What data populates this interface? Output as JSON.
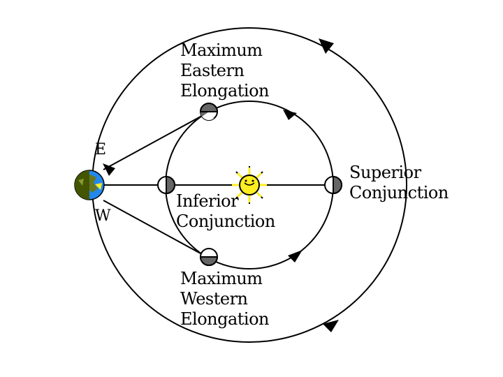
{
  "labels": {
    "max_eastern": "Maximum\nEastern\nElongation",
    "max_western": "Maximum\nWestern\nElongation",
    "superior": "Superior\nConjunction",
    "inferior": "Inferior\nConjunction",
    "east": "E",
    "west": "W"
  },
  "colors": {
    "line": "#000000",
    "phase_dark": "#666666",
    "phase_light": "#ffffff",
    "sun": "#ffee22",
    "earth_land": "#445500",
    "earth_water": "#2288ee"
  },
  "icons": {
    "sun": "sun-icon",
    "earth": "earth-icon",
    "orbit_arrow": "arrow-icon",
    "planet": "planet-phase-icon"
  }
}
